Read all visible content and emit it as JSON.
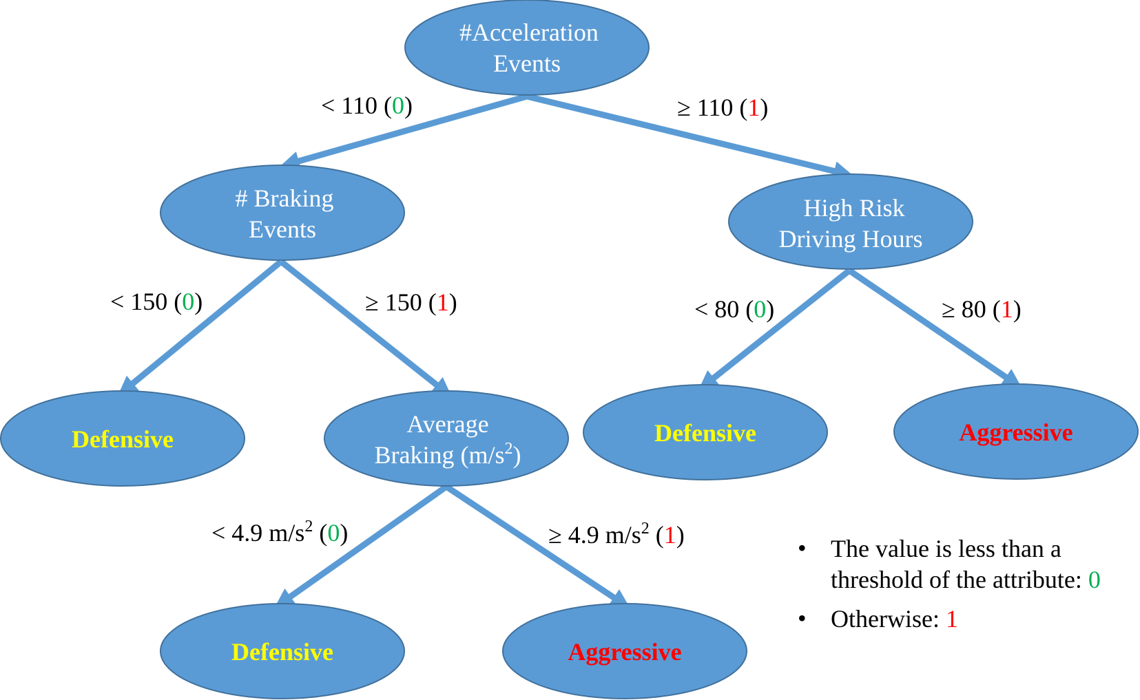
{
  "nodes": {
    "root": {
      "line1": "#Acceleration",
      "line2": "Events"
    },
    "braking": {
      "line1": "# Braking",
      "line2": "Events"
    },
    "highrisk": {
      "line1": "High Risk",
      "line2": "Driving Hours"
    },
    "avgbraking": {
      "line1": "Average",
      "line2": "Braking (m/s",
      "sup": "2",
      "close": ")"
    },
    "leaf1": "Defensive",
    "leaf2": "Defensive",
    "leaf3": "Aggressive",
    "leaf4": "Defensive",
    "leaf5": "Aggressive"
  },
  "edges": {
    "root_left": {
      "text": "< 110 (",
      "val": "0",
      "close": ")"
    },
    "root_right": {
      "text": "≥ 110 (",
      "val": "1",
      "close": ")"
    },
    "braking_left": {
      "text": "< 150 (",
      "val": "0",
      "close": ")"
    },
    "braking_right": {
      "text": "≥ 150 (",
      "val": "1",
      "close": ")"
    },
    "highrisk_left": {
      "text": "< 80 (",
      "val": "0",
      "close": ")"
    },
    "highrisk_right": {
      "text": "≥ 80 (",
      "val": "1",
      "close": ")"
    },
    "avg_left": {
      "text": "< 4.9 m/s",
      "sup": "2",
      "mid": " (",
      "val": "0",
      "close": ")"
    },
    "avg_right": {
      "text": "≥ 4.9 m/s",
      "sup": "2",
      "mid": " (",
      "val": "1",
      "close": ")"
    }
  },
  "legend": {
    "bullet": "•",
    "item1_line1": "The value is less than a",
    "item1_line2": "threshold of the attribute: ",
    "item1_val": "0",
    "item2": "Otherwise: ",
    "item2_val": "1"
  },
  "colors": {
    "node_fill": "#5b9bd5",
    "defensive": "#ffff00",
    "aggressive": "#ff0000",
    "zero": "#00b050",
    "one": "#ff0000"
  }
}
